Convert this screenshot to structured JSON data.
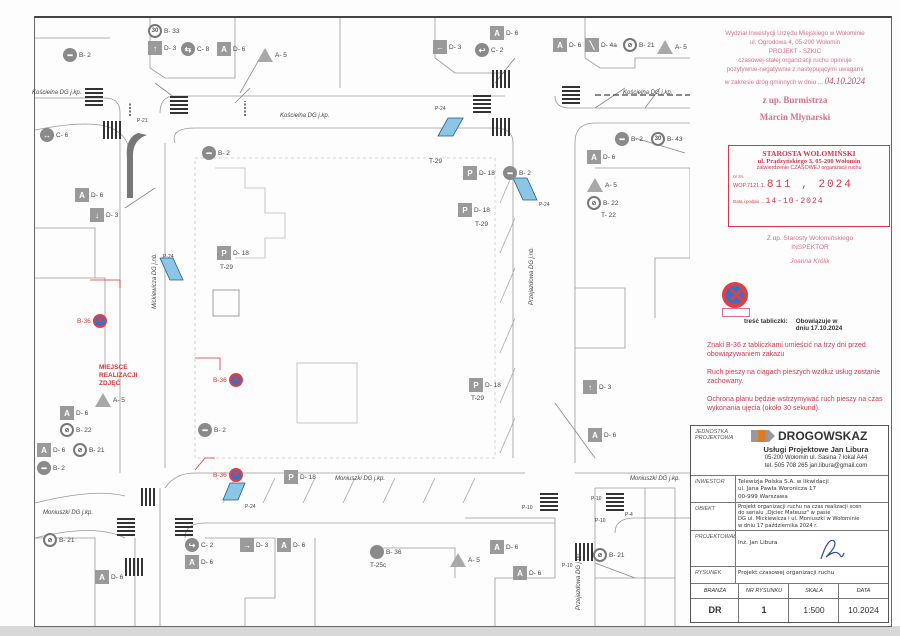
{
  "map": {
    "streets": [
      "Kościelna DG j.kp.",
      "Kościelna DG j.kp.",
      "Kościelna DG j.kp.",
      "Mickiewicza DG j.nb.",
      "Moniuszki DG j.kp.",
      "Moniuszki DG j.kp.",
      "Moniuszki DG j.kp.",
      "Przejazdowa DG j.nb.",
      "Przejazdowa DG j.nb."
    ],
    "site_note": [
      "MIEJSCE",
      "REALIZACJI",
      "ZDJĘĆ"
    ],
    "signs": [
      {
        "code": "B- 33",
        "shape": "ring",
        "glyph": "30"
      },
      {
        "code": "D- 3",
        "shape": "square",
        "glyph": "↑"
      },
      {
        "code": "C- 8",
        "shape": "circle",
        "glyph": "⇆"
      },
      {
        "code": "D- 6",
        "shape": "square",
        "glyph": "A"
      },
      {
        "code": "A- 5",
        "shape": "tri",
        "glyph": ""
      },
      {
        "code": "B- 2",
        "shape": "circle",
        "glyph": "━"
      },
      {
        "code": "C- 6",
        "shape": "circle",
        "glyph": "↔"
      },
      {
        "code": "D- 6",
        "shape": "square",
        "glyph": "A"
      },
      {
        "code": "D- 3",
        "shape": "square",
        "glyph": "↓"
      },
      {
        "code": "B- 2",
        "shape": "circle",
        "glyph": "━"
      },
      {
        "code": "D- 3",
        "shape": "square",
        "glyph": "←"
      },
      {
        "code": "C- 2",
        "shape": "circle",
        "glyph": "↩"
      },
      {
        "code": "D- 6",
        "shape": "square",
        "glyph": "A"
      },
      {
        "code": "D- 6",
        "shape": "square",
        "glyph": "A"
      },
      {
        "code": "D- 4a",
        "shape": "square",
        "glyph": "╲"
      },
      {
        "code": "B- 21",
        "shape": "ring",
        "glyph": "⊘"
      },
      {
        "code": "A- 5",
        "shape": "tri",
        "glyph": ""
      },
      {
        "code": "D- 18",
        "shape": "square",
        "glyph": "P"
      },
      {
        "code": "B- 2",
        "shape": "circle",
        "glyph": "━"
      },
      {
        "code": "D- 18",
        "shape": "square",
        "glyph": "P"
      },
      {
        "code": "B- 43",
        "shape": "ring",
        "glyph": "30"
      },
      {
        "code": "B- 2",
        "shape": "circle",
        "glyph": "━"
      },
      {
        "code": "D- 6",
        "shape": "square",
        "glyph": "A"
      },
      {
        "code": "A- 5",
        "shape": "tri",
        "glyph": ""
      },
      {
        "code": "B- 22",
        "shape": "ring",
        "glyph": "⊘"
      },
      {
        "code": "T- 22",
        "shape": "none",
        "glyph": ""
      },
      {
        "code": "D- 18",
        "shape": "square",
        "glyph": "P"
      },
      {
        "code": "D- 18",
        "shape": "square",
        "glyph": "P"
      },
      {
        "code": "B- 2",
        "shape": "circle",
        "glyph": "━"
      },
      {
        "code": "D- 18",
        "shape": "square",
        "glyph": "P"
      },
      {
        "code": "A- 5",
        "shape": "tri",
        "glyph": ""
      },
      {
        "code": "D- 6",
        "shape": "square",
        "glyph": "A"
      },
      {
        "code": "B- 22",
        "shape": "ring",
        "glyph": "⊘"
      },
      {
        "code": "B- 2",
        "shape": "circle",
        "glyph": "━"
      },
      {
        "code": "B- 21",
        "shape": "ring",
        "glyph": "⊘"
      },
      {
        "code": "D- 6",
        "shape": "square",
        "glyph": "A"
      },
      {
        "code": "B- 21",
        "shape": "ring",
        "glyph": "⊘"
      },
      {
        "code": "D- 6",
        "shape": "square",
        "glyph": "A"
      },
      {
        "code": "C- 2",
        "shape": "circle",
        "glyph": "↪"
      },
      {
        "code": "D- 6",
        "shape": "square",
        "glyph": "A"
      },
      {
        "code": "D- 3",
        "shape": "square",
        "glyph": "→"
      },
      {
        "code": "D- 6",
        "shape": "square",
        "glyph": "A"
      },
      {
        "code": "B- 36",
        "shape": "circle",
        "glyph": ""
      },
      {
        "code": "T-25c",
        "shape": "none",
        "glyph": ""
      },
      {
        "code": "A- 5",
        "shape": "tri",
        "glyph": ""
      },
      {
        "code": "D- 6",
        "shape": "square",
        "glyph": "A"
      },
      {
        "code": "D- 6",
        "shape": "square",
        "glyph": "A"
      },
      {
        "code": "B- 21",
        "shape": "ring",
        "glyph": "⊘"
      },
      {
        "code": "D- 3",
        "shape": "square",
        "glyph": "↑"
      },
      {
        "code": "D- 6",
        "shape": "square",
        "glyph": "A"
      },
      {
        "code": "T-29",
        "shape": "none",
        "glyph": ""
      },
      {
        "code": "T-29",
        "shape": "none",
        "glyph": ""
      },
      {
        "code": "T-29",
        "shape": "none",
        "glyph": ""
      },
      {
        "code": "T-29",
        "shape": "none",
        "glyph": ""
      }
    ],
    "no_stopping_signs": [
      "B-36",
      "B-36",
      "B-36"
    ],
    "markings": [
      "P-10",
      "P-10",
      "P-10",
      "P-10",
      "P-4",
      "P-24",
      "P-24",
      "P-24",
      "P-24",
      "P-21"
    ]
  },
  "approval": {
    "lines": [
      "Wydział Inwestycji Urzędu Miejskiego w Wołominie",
      "ul. Ogrodowa 4, 05-200 Wołomin",
      "PROJEKT - SZKIC",
      "czasowej-stałej organizacji ruchu opiniuje",
      "pozytywnie-negatywnie z następującymi uwagami",
      "w zakresie dróg gminnych w dniu ..."
    ],
    "date": "04.10.2024",
    "role": "z up. Burmistrza",
    "signer": "Marcin Młynarski"
  },
  "stamp": {
    "title": "STAROSTA WOŁOMIŃSKI",
    "address": "ul. Prądzyńskiego 3, 05-200 Wołomin",
    "approval": "zatwierdzenie CZASOWEJ organizacji ruchu",
    "nr_label": "nr zn.",
    "ref_prefix": "WOP.7121.1.",
    "ref_number": "811 , 2024",
    "date_label": "Data i podpis",
    "date": "14-10-2024"
  },
  "inspector": {
    "line1": "Z up. Starosty Wołomińskiego",
    "line2": "INSPEKTOR",
    "name": "Joanna Królik"
  },
  "legend": {
    "label": "treść tabliczki:",
    "text_line1": "Obowiązuje w",
    "text_line2": "dniu 17.10.2024"
  },
  "notes": [
    "Znaki B-36 z tabliczkami umieścić na trzy dni przed obowiązywaniem zakazu",
    "Ruch pieszy na ciągach pieszych wzdłuż usług zostanie zachowany.",
    "Ochrona planu będzie wstrzymywać ruch pieszy na czas wykonania ujęcia (około 30 sekund)."
  ],
  "title_block": {
    "unit_label": "JEDNOSTKA PROJEKTOWA",
    "company": "DROGOWSKAZ",
    "company_sub": "Usługi Projektowe Jan Libura",
    "company_addr": "05-200 Wołomin ul. Sasina 7 lokal A44",
    "company_contact": "tel. 505 708 265 jan.libura@gmail.com",
    "investor_label": "INWESTOR",
    "investor": [
      "Telewizja Polska S.A. w likwidacji",
      "ul. Jana Pawła Woronicza 17",
      "00-999 Warszawa"
    ],
    "object_label": "OBIEKT",
    "object": [
      "Projekt organizacji ruchu na czas realizacji scen",
      "do serialu „Ojciec Mateusz\" w pasie",
      "DG ul. Mickiewicza i ul. Moniuszki w Wołominie",
      "w dniu 17 października 2024 r."
    ],
    "designer_label": "PROJEKTOWAŁ",
    "designer": "inż. Jan Libura",
    "drawing_label": "RYSUNEK",
    "drawing": "Projekt czasowej organizacji ruchu",
    "headers": [
      "BRANŻA",
      "NR RYSUNKU",
      "SKALA",
      "DATA"
    ],
    "values": [
      "DR",
      "1",
      "1:500",
      "10.2024"
    ]
  }
}
